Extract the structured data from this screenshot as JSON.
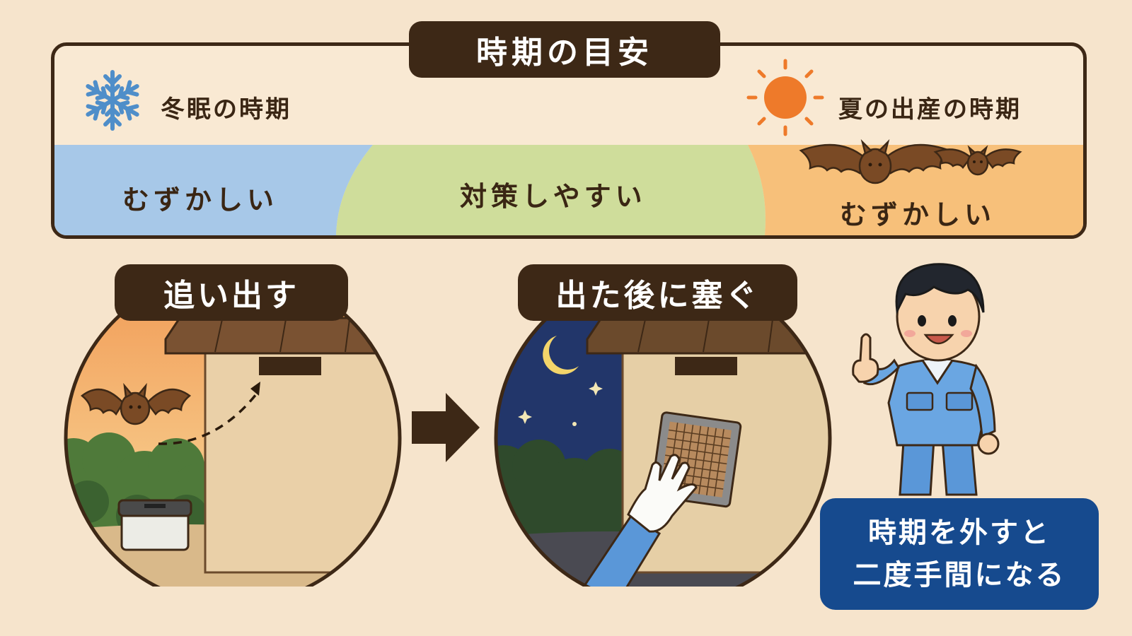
{
  "timing": {
    "title": "時期の目安",
    "winter_label": "冬眠の時期",
    "summer_label": "夏の出産の時期",
    "bands": [
      {
        "label": "むずかしい",
        "color": "#a7c8e8"
      },
      {
        "label": "対策しやすい",
        "color": "#cfdd9b"
      },
      {
        "label": "むずかしい",
        "color": "#f7c07a"
      }
    ]
  },
  "steps": [
    {
      "label": "追い出す"
    },
    {
      "label": "出た後に塞ぐ"
    }
  ],
  "note": {
    "line1": "時期を外すと",
    "line2": "二度手間になる"
  },
  "colors": {
    "background": "#f6e4cc",
    "dark_brown": "#3d2816",
    "note_blue": "#164a8e",
    "sun_orange": "#ee7a2a",
    "snow_blue": "#4f8ec9"
  },
  "icons": [
    "snowflake-icon",
    "sun-icon",
    "bat-icon",
    "moon-icon",
    "arrow-right-icon"
  ]
}
